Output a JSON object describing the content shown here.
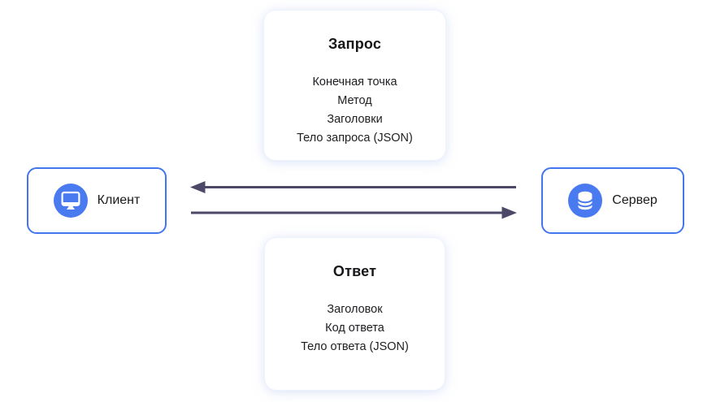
{
  "request_card": {
    "title": "Запрос",
    "items": [
      "Конечная точка",
      "Метод",
      "Заголовки",
      "Тело запроса (JSON)"
    ]
  },
  "response_card": {
    "title": "Ответ",
    "items": [
      "Заголовок",
      "Код ответа",
      "Тело ответа (JSON)"
    ]
  },
  "client_node": {
    "label": "Клиент",
    "icon": "monitor-icon"
  },
  "server_node": {
    "label": "Сервер",
    "icon": "database-icon"
  },
  "arrows": {
    "top_direction": "server-to-client",
    "bottom_direction": "client-to-server"
  },
  "colors": {
    "node_border": "#4376ee",
    "icon_circle": "#4a7aef",
    "icon_glyph": "#ffffff",
    "arrow": "#4c4968",
    "card_halo": "#e2e9fb",
    "text": "#1e1e21"
  }
}
